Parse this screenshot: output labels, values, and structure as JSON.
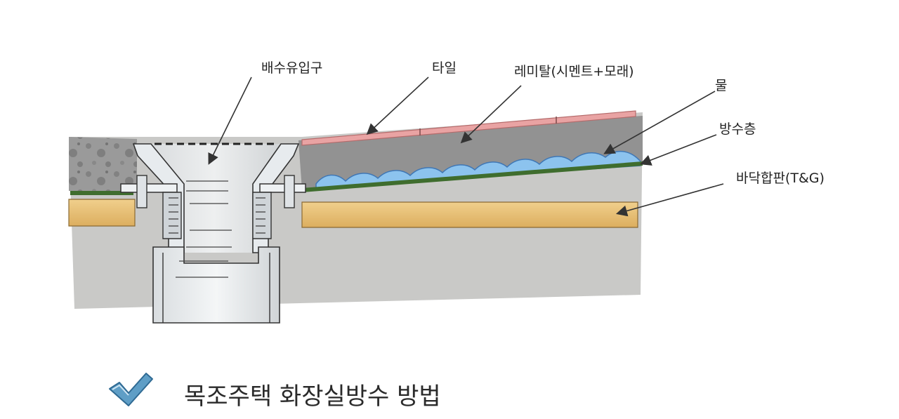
{
  "labels": {
    "drain_inlet": "배수유입구",
    "tile": "타일",
    "mortar": "레미탈(시멘트+모래)",
    "water": "물",
    "waterproof_layer": "방수층",
    "floor_plywood": "바닥합판(T&G)"
  },
  "caption": {
    "text": "목조주택 화장실방수 방법",
    "icon": "checkmark-icon"
  },
  "colors": {
    "tile": "#e9a3a3",
    "mortar": "#8d8d8d",
    "substrate": "#c6c6c4",
    "plywood": "#e8c27a",
    "waterproof": "#3f6d2e",
    "water": "#8cc3ee",
    "check": "#5f9ec6"
  }
}
